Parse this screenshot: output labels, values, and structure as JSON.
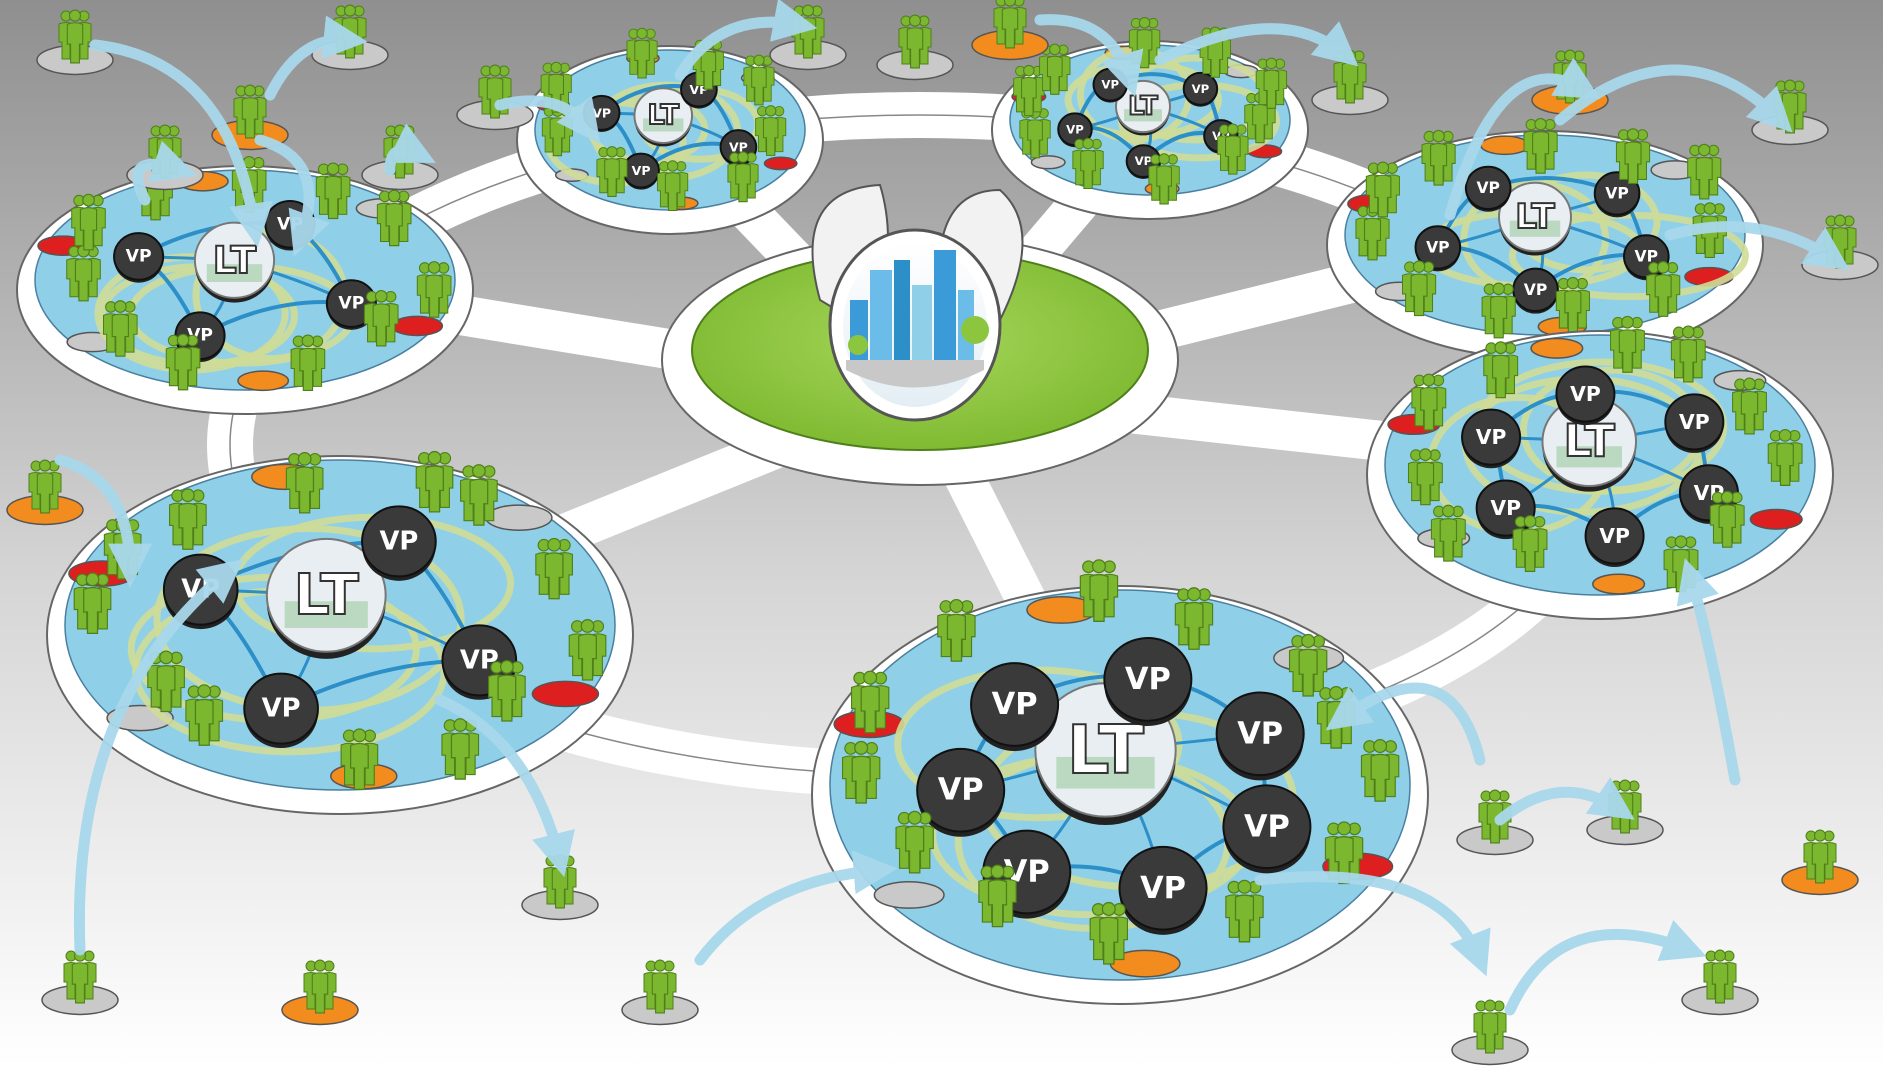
{
  "labels": {
    "lt": "LT",
    "vp": "VP"
  },
  "colors": {
    "background_top": "#8f8f8f",
    "background_bottom": "#ffffff",
    "pad": "#8fd0e8",
    "person": "#7cb82f",
    "person_outline": "#4f7f1a",
    "ring_outline": "#cfdc96",
    "link": "#2d8fc8",
    "arrow": "#a8d8ec",
    "gray_base": "#c9c9c9",
    "orange_base": "#f28c1e",
    "red_base": "#dd1f1f",
    "lawn": "#8cc63f",
    "vp_disc": "#3a3a3a",
    "lt_disc": "#e8eef2"
  },
  "scene": {
    "center_icon": "city-skyline-in-egg-pod",
    "hub_count": 7,
    "hubs": [
      {
        "name": "hub-top-left",
        "lt": 1,
        "vp": 4
      },
      {
        "name": "hub-top-center",
        "lt": 1,
        "vp": 4
      },
      {
        "name": "hub-top-right",
        "lt": 1,
        "vp": 5
      },
      {
        "name": "hub-right-upper",
        "lt": 1,
        "vp": 5
      },
      {
        "name": "hub-right-lower",
        "lt": 1,
        "vp": 6
      },
      {
        "name": "hub-bottom-center",
        "lt": 1,
        "vp": 7
      },
      {
        "name": "hub-left-lower",
        "lt": 1,
        "vp": 4
      }
    ]
  }
}
